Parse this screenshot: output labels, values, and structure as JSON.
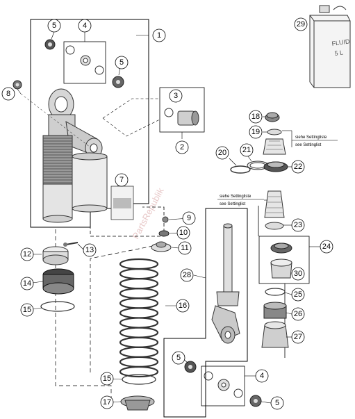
{
  "callouts": {
    "c1": "1",
    "c2": "2",
    "c3": "3",
    "c4a": "4",
    "c4b": "4",
    "c5a": "5",
    "c5b": "5",
    "c5c": "5",
    "c5d": "5",
    "c7": "7",
    "c8": "8",
    "c9": "9",
    "c10": "10",
    "c11": "11",
    "c12": "12",
    "c13": "13",
    "c14": "14",
    "c15a": "15",
    "c15b": "15",
    "c16": "16",
    "c17": "17",
    "c18": "18",
    "c19": "19",
    "c20": "20",
    "c21": "21",
    "c22": "22",
    "c23": "23",
    "c24": "24",
    "c25": "25",
    "c26": "26",
    "c27": "27",
    "c28": "28",
    "c29": "29",
    "c30": "30"
  },
  "notes": {
    "upper_de": "siehe Settingliste",
    "upper_en": "see Settinglist",
    "lower_de": "siehe Settingliste",
    "lower_en": "see Settinglist"
  },
  "can_label": {
    "line1": "FLUID",
    "line2": "5 L"
  },
  "watermark": "PartsRepublik"
}
